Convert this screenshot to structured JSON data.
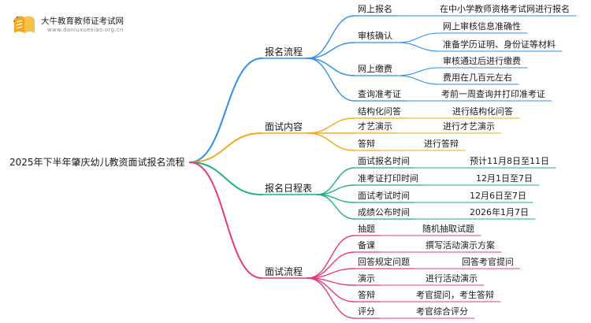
{
  "header": {
    "site_name": "大牛教育教师证考试网",
    "site_url": "www.daniuxuexiao.org.cn"
  },
  "colors": {
    "blue": "#2f8fe6",
    "orange": "#f4a91c",
    "green": "#1fb27a",
    "pink": "#e8387c"
  },
  "mindmap": {
    "root": "2025年下半年肇庆幼儿教资面试报名流程",
    "branches": [
      {
        "label": "报名流程",
        "items": [
          {
            "label": "网上报名",
            "details": [
              "在中小学教师资格考试网进行报名"
            ]
          },
          {
            "label": "审核确认",
            "details": [
              "网上审核信息准确性",
              "准备学历证明、身份证等材料"
            ]
          },
          {
            "label": "网上缴费",
            "details": [
              "审核通过后进行缴费",
              "费用在几百元左右"
            ]
          },
          {
            "label": "查询准考证",
            "details": [
              "考前一周查询并打印准考证"
            ]
          }
        ]
      },
      {
        "label": "面试内容",
        "items": [
          {
            "label": "结构化问答",
            "details": [
              "进行结构化问答"
            ]
          },
          {
            "label": "才艺演示",
            "details": [
              "进行才艺演示"
            ]
          },
          {
            "label": "答辩",
            "details": [
              "进行答辩"
            ]
          }
        ]
      },
      {
        "label": "报名日程表",
        "items": [
          {
            "label": "面试报名时间",
            "details": [
              "预计11月8日至11日"
            ]
          },
          {
            "label": "准考证打印时间",
            "details": [
              "12月1日至7日"
            ]
          },
          {
            "label": "面试考试时间",
            "details": [
              "12月6日至7日"
            ]
          },
          {
            "label": "成绩公布时间",
            "details": [
              "2026年1月7日"
            ]
          }
        ]
      },
      {
        "label": "面试流程",
        "items": [
          {
            "label": "抽题",
            "details": [
              "随机抽取试题"
            ]
          },
          {
            "label": "备课",
            "details": [
              "撰写活动演示方案"
            ]
          },
          {
            "label": "回答规定问题",
            "details": [
              "回答考官提问"
            ]
          },
          {
            "label": "演示",
            "details": [
              "进行活动演示"
            ]
          },
          {
            "label": "答辩",
            "details": [
              "考官提问，考生答辩"
            ]
          },
          {
            "label": "评分",
            "details": [
              "考官综合评分"
            ]
          }
        ]
      }
    ]
  }
}
